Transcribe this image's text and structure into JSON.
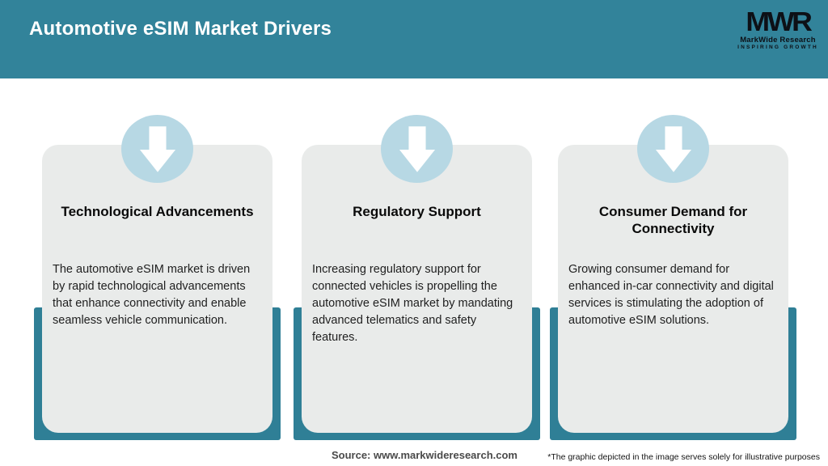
{
  "header": {
    "title": "Automotive eSIM Market Drivers",
    "bg_color": "#32839a",
    "logo": {
      "monogram": "MWR",
      "name": "MarkWide Research",
      "tagline": "INSPIRING GROWTH"
    }
  },
  "cards": [
    {
      "icon": "down-arrow",
      "title": "Technological Advancements",
      "body": "The automotive eSIM market is driven by rapid technological advancements that enhance connectivity and enable seamless vehicle communication."
    },
    {
      "icon": "down-arrow",
      "title": "Regulatory Support",
      "body": "Increasing regulatory support for connected vehicles is propelling the automotive eSIM market by mandating advanced telematics and safety features."
    },
    {
      "icon": "down-arrow",
      "title": "Consumer Demand for Connectivity",
      "body": "Growing consumer demand for enhanced in-car connectivity and digital services is stimulating the adoption of automotive eSIM solutions."
    }
  ],
  "footer": {
    "source": "Source: www.markwideresearch.com",
    "disclaimer": "*The graphic depicted in the image serves solely for illustrative purposes"
  },
  "colors": {
    "header_teal": "#32839a",
    "tray_teal": "#2f7f96",
    "card_gray": "#e9ebea",
    "circle_blue": "#b7d8e4",
    "arrow_white": "#ffffff"
  }
}
